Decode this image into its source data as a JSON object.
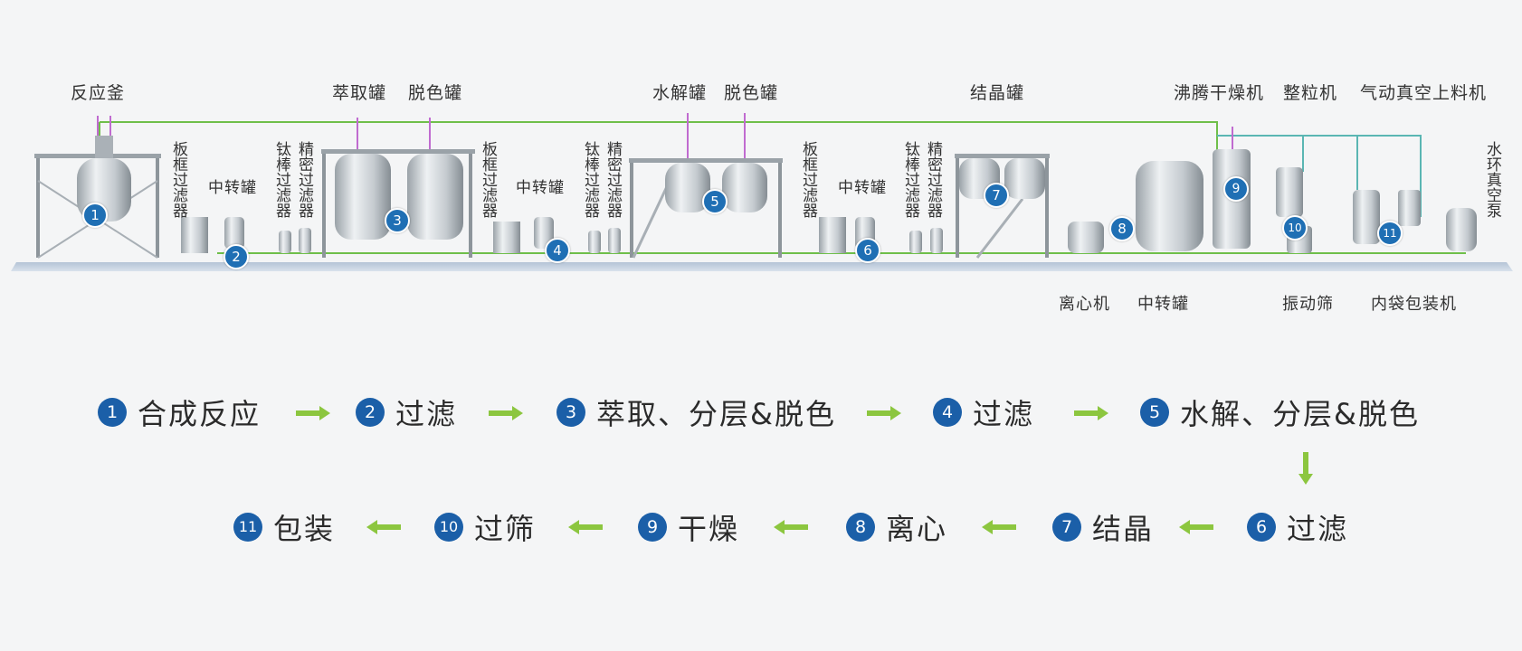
{
  "plant": {
    "top_labels": [
      {
        "id": "reactor",
        "text": "反应釜"
      },
      {
        "id": "extraction-tank",
        "text": "萃取罐"
      },
      {
        "id": "decolor-tank-1",
        "text": "脱色罐"
      },
      {
        "id": "hydrolysis-tank",
        "text": "水解罐"
      },
      {
        "id": "decolor-tank-2",
        "text": "脱色罐"
      },
      {
        "id": "crystallization-tank",
        "text": "结晶罐"
      },
      {
        "id": "fluid-bed-dryer",
        "text": "沸腾干燥机"
      },
      {
        "id": "granulator",
        "text": "整粒机"
      },
      {
        "id": "pneumatic-vacuum-feeder",
        "text": "气动真空上料机"
      }
    ],
    "vertical_labels": [
      {
        "id": "plate-frame-filter-1",
        "text": "板框过滤器"
      },
      {
        "id": "ti-rod-filter-1",
        "text": "钛棒过滤器"
      },
      {
        "id": "precision-filter-1",
        "text": "精密过滤器"
      },
      {
        "id": "plate-frame-filter-2",
        "text": "板框过滤器"
      },
      {
        "id": "ti-rod-filter-2",
        "text": "钛棒过滤器"
      },
      {
        "id": "precision-filter-2",
        "text": "精密过滤器"
      },
      {
        "id": "plate-frame-filter-3",
        "text": "板框过滤器"
      },
      {
        "id": "ti-rod-filter-3",
        "text": "钛棒过滤器"
      },
      {
        "id": "precision-filter-3",
        "text": "精密过滤器"
      },
      {
        "id": "water-ring-vacuum-pump",
        "text": "水环真空泵"
      }
    ],
    "mid_labels": [
      {
        "id": "transfer-tank-1",
        "text": "中转罐"
      },
      {
        "id": "transfer-tank-2",
        "text": "中转罐"
      },
      {
        "id": "transfer-tank-3",
        "text": "中转罐"
      }
    ],
    "bottom_labels": [
      {
        "id": "centrifuge",
        "text": "离心机"
      },
      {
        "id": "transfer-tank-4",
        "text": "中转罐"
      },
      {
        "id": "vibrating-screen",
        "text": "振动筛"
      },
      {
        "id": "inner-bag-packer",
        "text": "内袋包装机"
      }
    ],
    "badges": [
      "1",
      "2",
      "3",
      "4",
      "5",
      "6",
      "7",
      "8",
      "9",
      "10",
      "11"
    ]
  },
  "flow": {
    "row1": [
      {
        "num": "1",
        "text": "合成反应"
      },
      {
        "num": "2",
        "text": "过滤"
      },
      {
        "num": "3",
        "text": "萃取、分层&脱色"
      },
      {
        "num": "4",
        "text": "过滤"
      },
      {
        "num": "5",
        "text": "水解、分层&脱色"
      }
    ],
    "row2": [
      {
        "num": "11",
        "text": "包装"
      },
      {
        "num": "10",
        "text": "过筛"
      },
      {
        "num": "9",
        "text": "干燥"
      },
      {
        "num": "8",
        "text": "离心"
      },
      {
        "num": "7",
        "text": "结晶"
      },
      {
        "num": "6",
        "text": "过滤"
      }
    ]
  },
  "colors": {
    "badge": "#1b5fa8",
    "arrow": "#8cc63f",
    "pipe_green": "#6fbf4a",
    "pipe_magenta": "#c06bd0",
    "pipe_teal": "#5ab6b3"
  }
}
